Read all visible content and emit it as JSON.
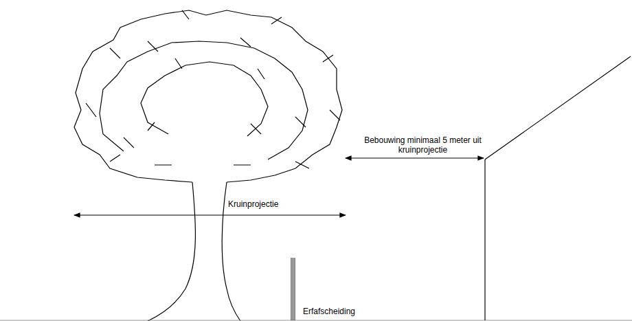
{
  "diagram": {
    "labels": [
      "Bebouwing minimaal 5 meter uit kruinprojectie",
      "Kruinprojectie",
      "Erfafscheiding"
    ]
  }
}
